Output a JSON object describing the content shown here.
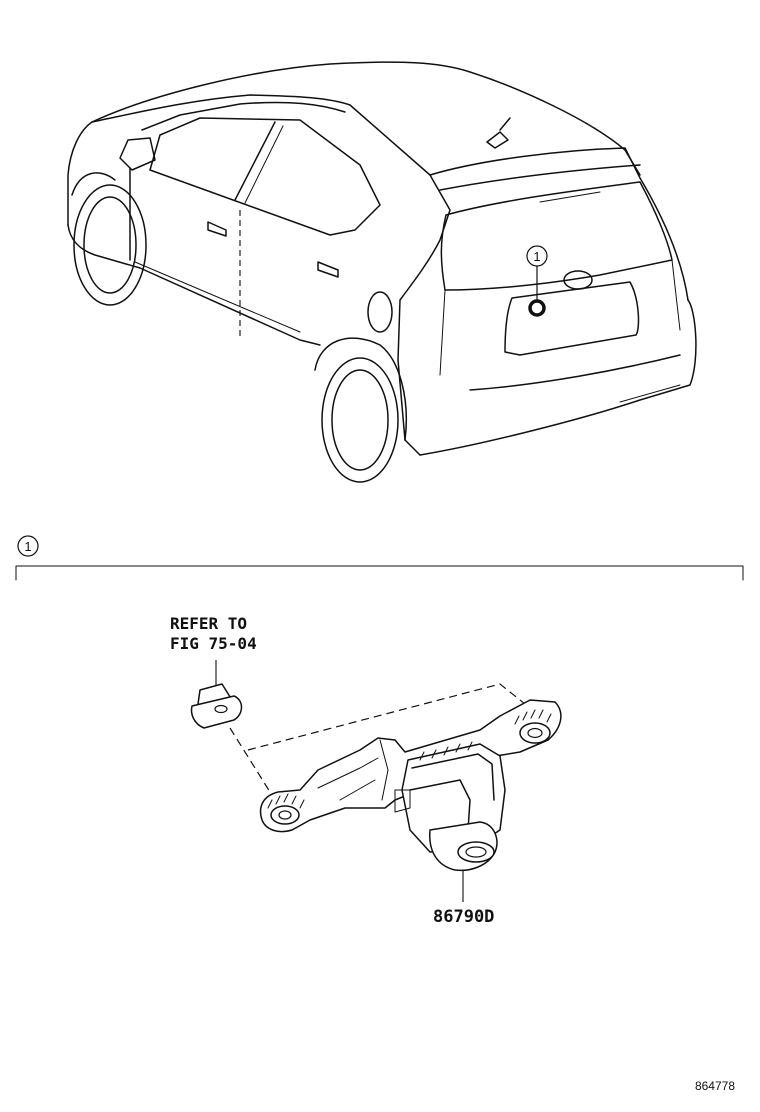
{
  "callouts": {
    "index_number": "1"
  },
  "labels": {
    "refer_line1": "REFER TO",
    "refer_line2": "FIG 75-04",
    "part_number": "86790D",
    "illustration_id": "864778"
  }
}
